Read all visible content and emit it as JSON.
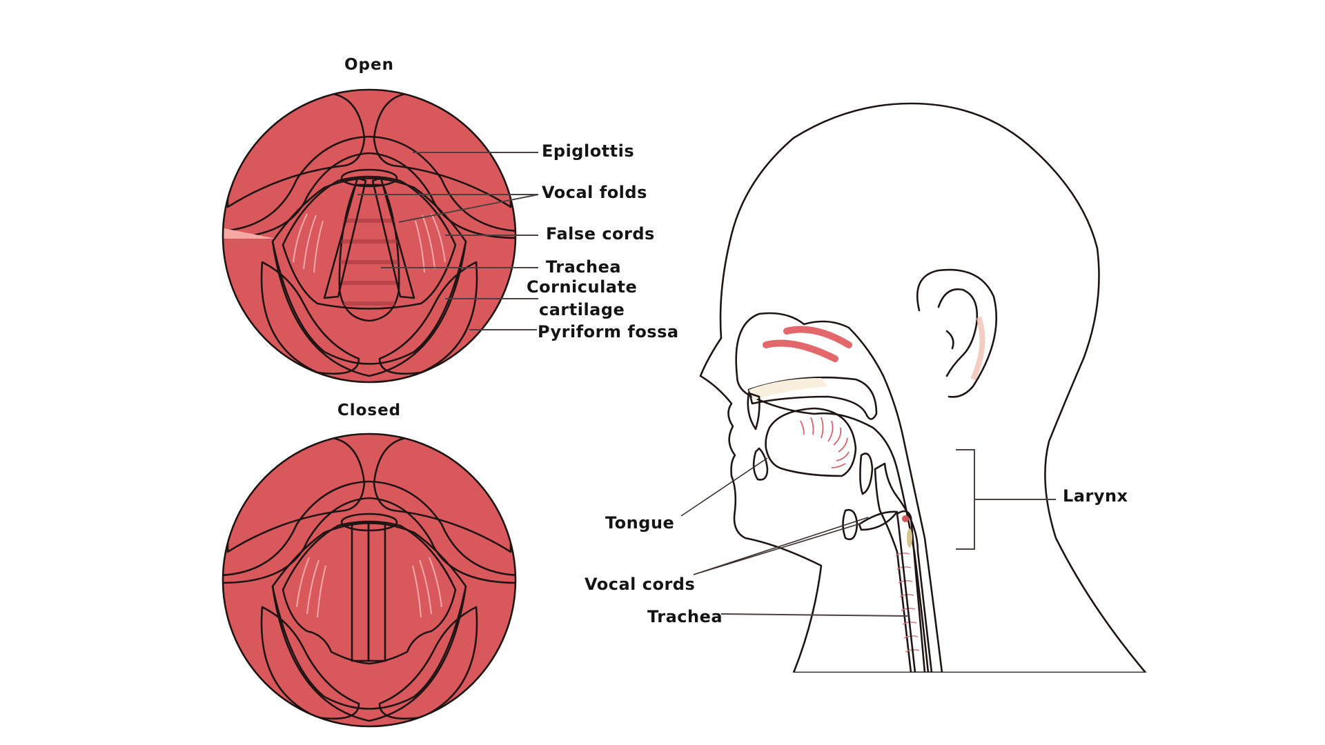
{
  "figure": {
    "open_view": {
      "title": "Open",
      "labels": {
        "epiglottis": "Epiglottis",
        "vocal_folds": "Vocal folds",
        "false_cords": "False cords",
        "trachea": "Trachea",
        "corniculate_line1": "Corniculate",
        "corniculate_line2": "cartilage",
        "pyriform_fossa": "Pyriform fossa"
      }
    },
    "closed_view": {
      "title": "Closed"
    },
    "side_view": {
      "labels": {
        "tongue": "Tongue",
        "vocal_cords": "Vocal cords",
        "trachea": "Trachea",
        "larynx": "Larynx"
      }
    },
    "colors": {
      "background": "#ffffff",
      "outer_muscle": "#d9585c",
      "muscle_light": "#e97478",
      "epiglottis": "#f6a9a4",
      "inner_fold": "#ee8585",
      "vocal_fold": "#f7e3e0",
      "trachea_dark": "#b9474d",
      "pyriform": "#c9484e",
      "skin": "#fddcc8",
      "airway": "#f38082",
      "palate_bone": "#e3c6a0",
      "teeth": "#f8f0dc",
      "ink": "#1f1414"
    }
  }
}
